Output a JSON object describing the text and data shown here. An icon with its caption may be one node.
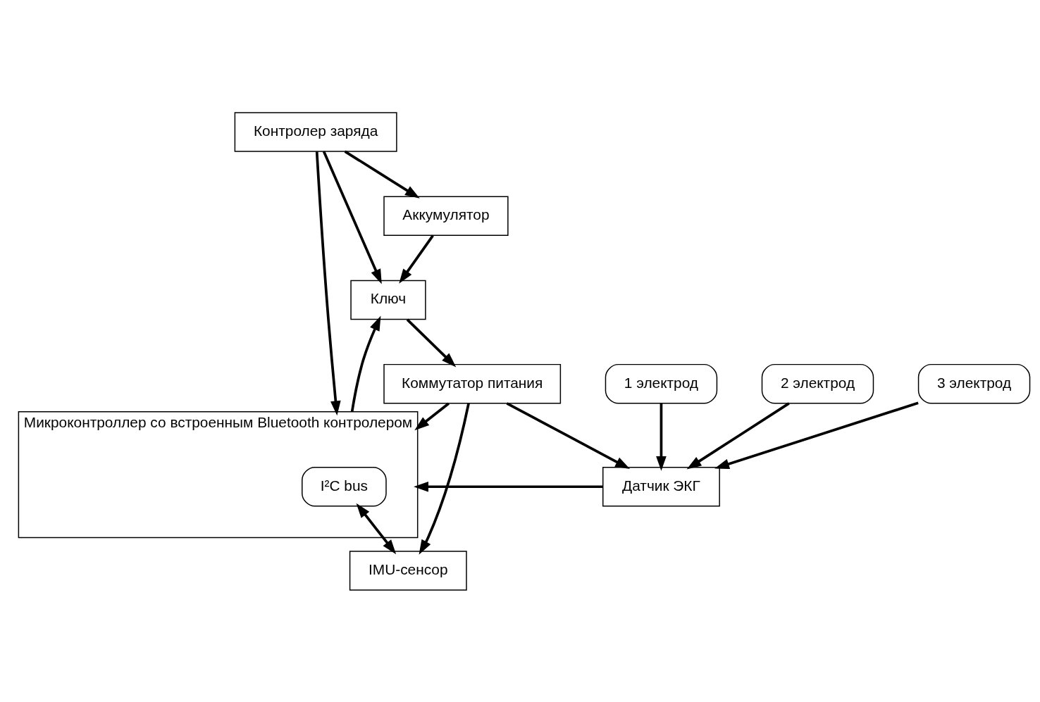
{
  "diagram": {
    "nodes": [
      {
        "text": [
          "Контролер заряда"
        ]
      },
      {
        "text": [
          "Аккумулятор"
        ]
      },
      {
        "text": [
          "Ключ"
        ]
      },
      {
        "text": [
          "Коммутатор питания"
        ]
      },
      {
        "text": [
          "Микроконтроллер со встроенным Bluetooth контролером"
        ]
      },
      {
        "text": [
          "I²C bus"
        ],
        "in": 4
      },
      {
        "text": [
          "Датчик ЭКГ"
        ]
      },
      {
        "text": [
          "IMU-сенсор"
        ]
      },
      {
        "text": [
          "1 электрод"
        ]
      },
      {
        "text": [
          "2 электрод"
        ]
      },
      {
        "text": [
          "3 электрод"
        ]
      }
    ],
    "edges": [
      {
        "from": 0,
        "to": 1,
        "arrow": "to"
      },
      {
        "from": 1,
        "to": 2,
        "arrow": "to"
      },
      {
        "from": 0,
        "to": 2,
        "arrow": "to"
      },
      {
        "from": 0,
        "to": 4,
        "arrow": "to"
      },
      {
        "from": 4,
        "to": 2,
        "arrow": "to"
      },
      {
        "from": 2,
        "to": 3,
        "arrow": "to"
      },
      {
        "from": 3,
        "to": 4,
        "arrow": "to"
      },
      {
        "from": 3,
        "to": 7,
        "arrow": "to"
      },
      {
        "from": 3,
        "to": 6,
        "arrow": "to"
      },
      {
        "from": 6,
        "to": 4,
        "arrow": "to"
      },
      {
        "from": 5,
        "to": 7,
        "arrow": "both"
      },
      {
        "from": 8,
        "to": 6,
        "arrow": "to"
      },
      {
        "from": 9,
        "to": 6,
        "arrow": "to"
      },
      {
        "from": 10,
        "to": 6,
        "arrow": "to"
      }
    ]
  }
}
